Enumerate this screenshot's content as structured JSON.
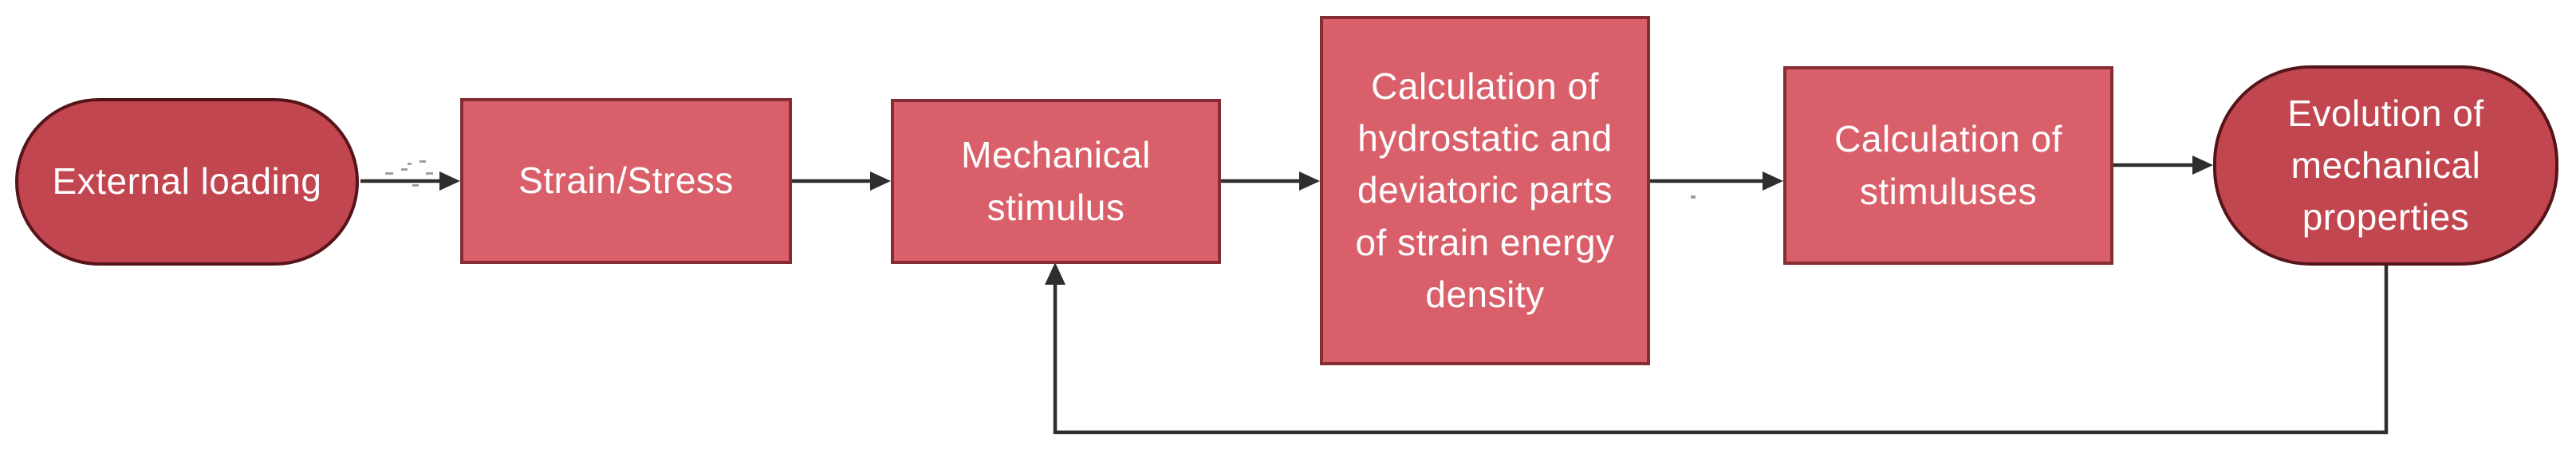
{
  "diagram": {
    "type": "flowchart",
    "nodes": [
      {
        "id": "external-loading",
        "shape": "stadium",
        "label": "External loading"
      },
      {
        "id": "strain-stress",
        "shape": "rect",
        "label": "Strain/Stress"
      },
      {
        "id": "mechanical-stimulus",
        "shape": "rect",
        "label": "Mechanical\nstimulus"
      },
      {
        "id": "calc-strain-energy-density",
        "shape": "rect",
        "label": "Calculation of\nhydrostatic and\ndeviatoric parts\nof strain energy\ndensity"
      },
      {
        "id": "calc-stimuluses",
        "shape": "rect",
        "label": "Calculation of\nstimuluses"
      },
      {
        "id": "evolution-mech-properties",
        "shape": "stadium",
        "label": "Evolution of\nmechanical\nproperties"
      }
    ],
    "edges": [
      {
        "from": "External loading",
        "to": "Strain/Stress",
        "type": "forward"
      },
      {
        "from": "Strain/Stress",
        "to": "Mechanical stimulus",
        "type": "forward"
      },
      {
        "from": "Mechanical stimulus",
        "to": "Calculation of hydrostatic and deviatoric parts of strain energy density",
        "type": "forward"
      },
      {
        "from": "Calculation of hydrostatic and deviatoric parts of strain energy density",
        "to": "Calculation of stimuluses",
        "type": "forward"
      },
      {
        "from": "Calculation of stimuluses",
        "to": "Evolution of mechanical properties",
        "type": "forward"
      },
      {
        "from": "Evolution of mechanical properties",
        "to": "Mechanical stimulus",
        "type": "feedback-loop"
      }
    ],
    "colors": {
      "stadium-fill": "#c2464f",
      "stadium-border": "#551419",
      "rect-fill": "#d9606a",
      "rect-border": "#862c33",
      "arrow": "#2e2e2e",
      "text": "#ffffff"
    }
  }
}
